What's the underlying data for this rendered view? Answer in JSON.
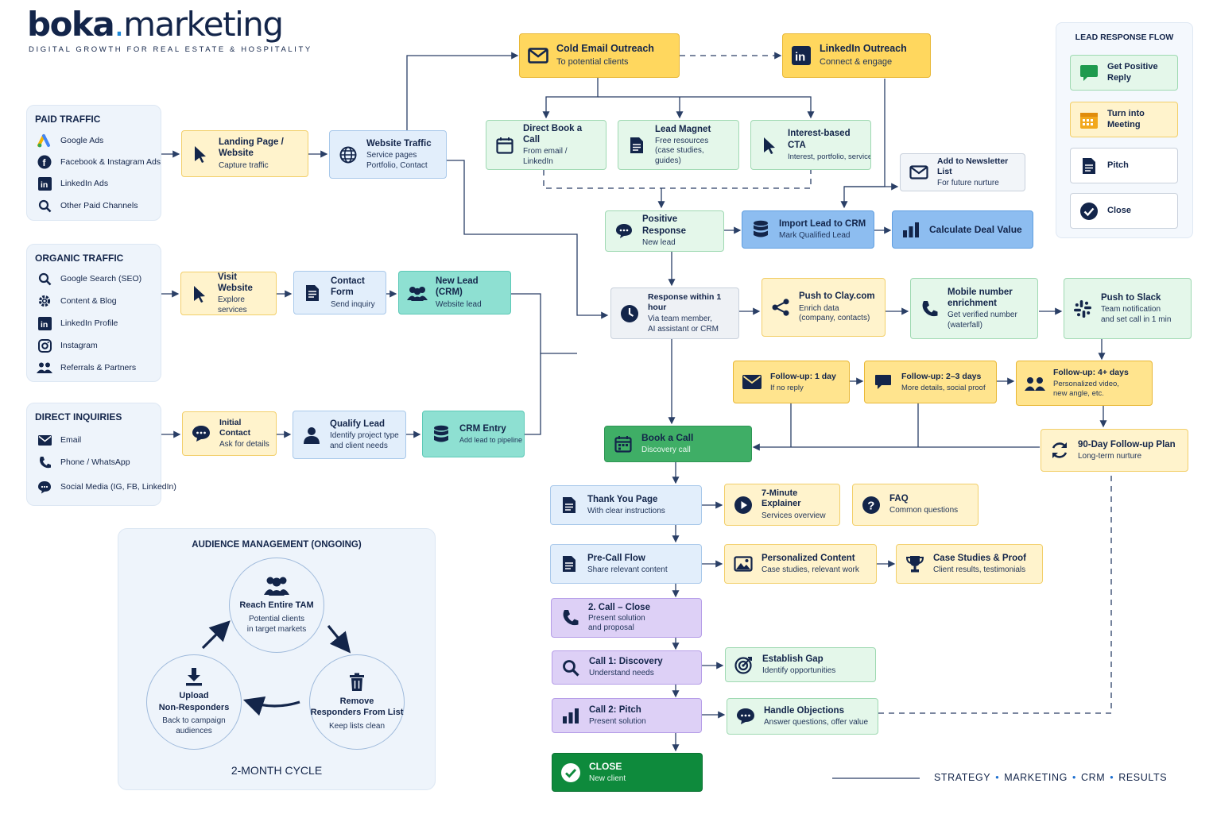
{
  "brand": {
    "name_bold": "boka",
    "dot": ".",
    "name_rest": "marketing",
    "tagline": "DIGITAL GROWTH FOR REAL ESTATE & HOSPITALITY"
  },
  "paid": {
    "title": "PAID TRAFFIC",
    "items": [
      "Google Ads",
      "Facebook & Instagram Ads",
      "LinkedIn Ads",
      "Other Paid Channels"
    ]
  },
  "organic": {
    "title": "ORGANIC TRAFFIC",
    "items": [
      "Google Search (SEO)",
      "Content & Blog",
      "LinkedIn Profile",
      "Instagram",
      "Referrals & Partners"
    ]
  },
  "direct": {
    "title": "DIRECT INQUIRIES",
    "items": [
      "Email",
      "Phone / WhatsApp",
      "Social Media (IG, FB, LinkedIn)"
    ]
  },
  "nodes": {
    "landing": {
      "title": "Landing Page / Website",
      "sub": "Capture traffic"
    },
    "website_traffic": {
      "title": "Website Traffic",
      "sub": "Service pages\nPortfolio, Contact"
    },
    "cold_email": {
      "title": "Cold Email Outreach",
      "sub": "To potential clients"
    },
    "linkedin_outreach": {
      "title": "LinkedIn Outreach",
      "sub": "Connect & engage"
    },
    "direct_book": {
      "title": "Direct Book a Call",
      "sub": "From email / LinkedIn"
    },
    "lead_magnet": {
      "title": "Lead Magnet",
      "sub": "Free resources\n(case studies, guides)"
    },
    "interest_cta": {
      "title": "Interest-based CTA",
      "sub": "Interest, portfolio, services"
    },
    "newsletter": {
      "title": "Add to Newsletter List",
      "sub": "For future nurture"
    },
    "positive": {
      "title": "Positive Response",
      "sub": "New lead"
    },
    "import_crm": {
      "title": "Import Lead to CRM",
      "sub": "Mark Qualified Lead"
    },
    "deal_value": {
      "title": "Calculate Deal Value",
      "sub": ""
    },
    "visit": {
      "title": "Visit Website",
      "sub": "Explore services"
    },
    "contact_form": {
      "title": "Contact Form",
      "sub": "Send inquiry"
    },
    "new_lead": {
      "title": "New Lead (CRM)",
      "sub": "Website lead"
    },
    "response": {
      "title": "Response within 1 hour",
      "sub": "Via team member,\nAI assistant or CRM"
    },
    "clay": {
      "title": "Push to Clay.com",
      "sub": "Enrich data\n(company, contacts)"
    },
    "mobile": {
      "title": "Mobile number enrichment",
      "sub": "Get verified number\n(waterfall)"
    },
    "slack": {
      "title": "Push to Slack",
      "sub": "Team notification\nand set call in 1 min"
    },
    "fu1": {
      "title": "Follow-up: 1 day",
      "sub": "If no reply"
    },
    "fu2": {
      "title": "Follow-up: 2–3 days",
      "sub": "More details, social proof"
    },
    "fu3": {
      "title": "Follow-up: 4+ days",
      "sub": "Personalized video,\nnew angle, etc."
    },
    "initial": {
      "title": "Initial Contact",
      "sub": "Ask for details"
    },
    "qualify": {
      "title": "Qualify Lead",
      "sub": "Identify project type\nand client needs"
    },
    "crm_entry": {
      "title": "CRM Entry",
      "sub": "Add lead to pipeline"
    },
    "book_call": {
      "title": "Book a Call",
      "sub": "Discovery call"
    },
    "plan90": {
      "title": "90-Day Follow-up Plan",
      "sub": "Long-term nurture"
    },
    "thank_you": {
      "title": "Thank You Page",
      "sub": "With clear instructions"
    },
    "explainer": {
      "title": "7-Minute Explainer",
      "sub": "Services overview"
    },
    "faq": {
      "title": "FAQ",
      "sub": "Common questions"
    },
    "precall": {
      "title": "Pre-Call Flow",
      "sub": "Share relevant content"
    },
    "personalized": {
      "title": "Personalized Content",
      "sub": "Case studies, relevant work"
    },
    "cases": {
      "title": "Case Studies & Proof",
      "sub": "Client results, testimonials"
    },
    "call_close": {
      "title": "2. Call – Close",
      "sub": "Present solution\nand proposal"
    },
    "call1": {
      "title": "Call 1: Discovery",
      "sub": "Understand needs"
    },
    "gap": {
      "title": "Establish Gap",
      "sub": "Identify opportunities"
    },
    "call2": {
      "title": "Call 2: Pitch",
      "sub": "Present solution"
    },
    "objections": {
      "title": "Handle Objections",
      "sub": "Answer questions, offer value"
    },
    "close": {
      "title": "CLOSE",
      "sub": "New client"
    }
  },
  "lead_response_flow": {
    "title": "LEAD RESPONSE FLOW",
    "steps": [
      "Get Positive Reply",
      "Turn into Meeting",
      "Pitch",
      "Close"
    ]
  },
  "audience": {
    "title": "AUDIENCE MANAGEMENT (ONGOING)",
    "reach": {
      "title": "Reach Entire TAM",
      "sub": "Potential clients\nin target markets"
    },
    "remove": {
      "title": "Remove\nResponders From List",
      "sub": "Keep lists clean"
    },
    "upload": {
      "title": "Upload\nNon-Responders",
      "sub": "Back to campaign\naudiences"
    },
    "cycle": "2-MONTH CYCLE"
  },
  "footer": [
    "STRATEGY",
    "MARKETING",
    "CRM",
    "RESULTS"
  ],
  "colors": {
    "navy": "#13254a",
    "accent": "#1e88d8",
    "yellow": "#ffd75e",
    "green": "#0e8a3c",
    "teal": "#8ee0d2",
    "purple": "#ddd0f6"
  }
}
